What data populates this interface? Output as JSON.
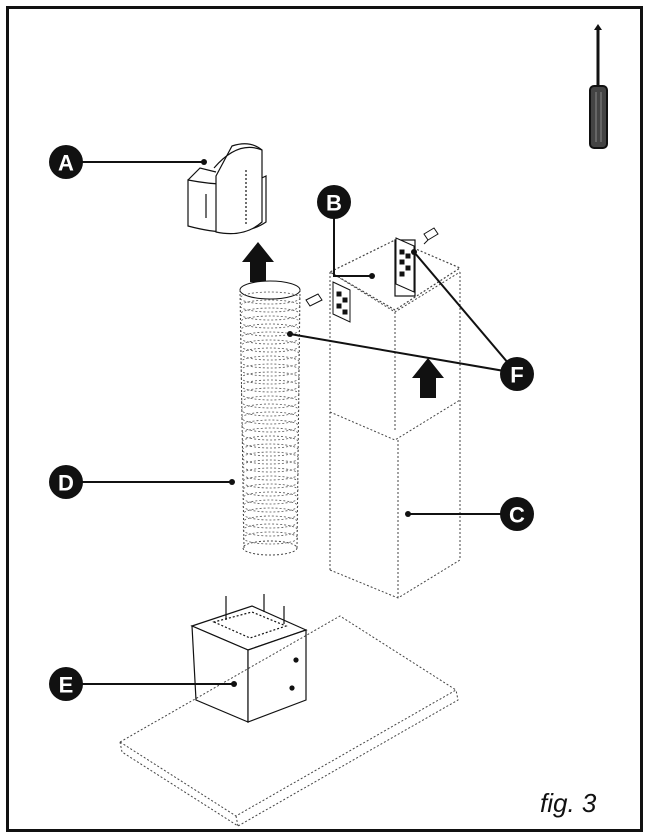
{
  "caption": "fig. 3",
  "callouts": {
    "a": "A",
    "b": "B",
    "c": "C",
    "d": "D",
    "e": "E",
    "f": "F"
  },
  "colors": {
    "line": "#111111",
    "dotted": "#444444",
    "paper": "#ffffff"
  },
  "icons": {
    "tool": "screwdriver-icon",
    "direction": "arrow-up-icon"
  }
}
